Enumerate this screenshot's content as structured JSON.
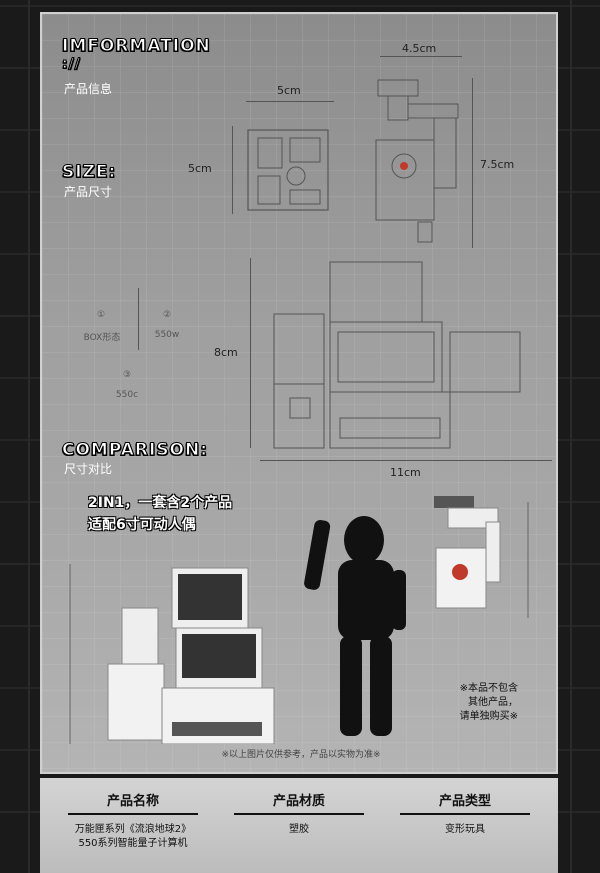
{
  "sections": {
    "info_title": "IMFORMATION",
    "info_mark": "://",
    "info_sub": "产品信息",
    "size_title": "SIZE:",
    "size_sub": "产品尺寸",
    "comparison_title": "COMPARISON:",
    "comparison_sub": "尺寸对比"
  },
  "dimensions": {
    "top_width": "4.5cm",
    "left_width": "5cm",
    "left_height": "5cm",
    "right_height": "7.5cm",
    "box_height": "8cm",
    "box_width": "11cm"
  },
  "modes": {
    "m1_num": "①",
    "m1_label": "BOX形态",
    "m2_num": "②",
    "m2_label": "550w",
    "m3_num": "③",
    "m3_label": "550c"
  },
  "promo": {
    "line1": "2IN1，一套含2个产品",
    "line2": "适配6寸可动人偶"
  },
  "note": {
    "line1": "※本品不包含",
    "line2": "其他产品，",
    "line3": "请单独购买※"
  },
  "disclaimer": "※以上图片仅供参考，产品以实物为准※",
  "footer": {
    "name_title": "产品名称",
    "name_line1": "万能匣系列《流浪地球2》",
    "name_line2": "550系列智能量子计算机",
    "material_title": "产品材质",
    "material_value": "塑胶",
    "type_title": "产品类型",
    "type_value": "变形玩具"
  },
  "colors": {
    "panel": "#9f9f9f",
    "accent_red": "#c0392b"
  }
}
